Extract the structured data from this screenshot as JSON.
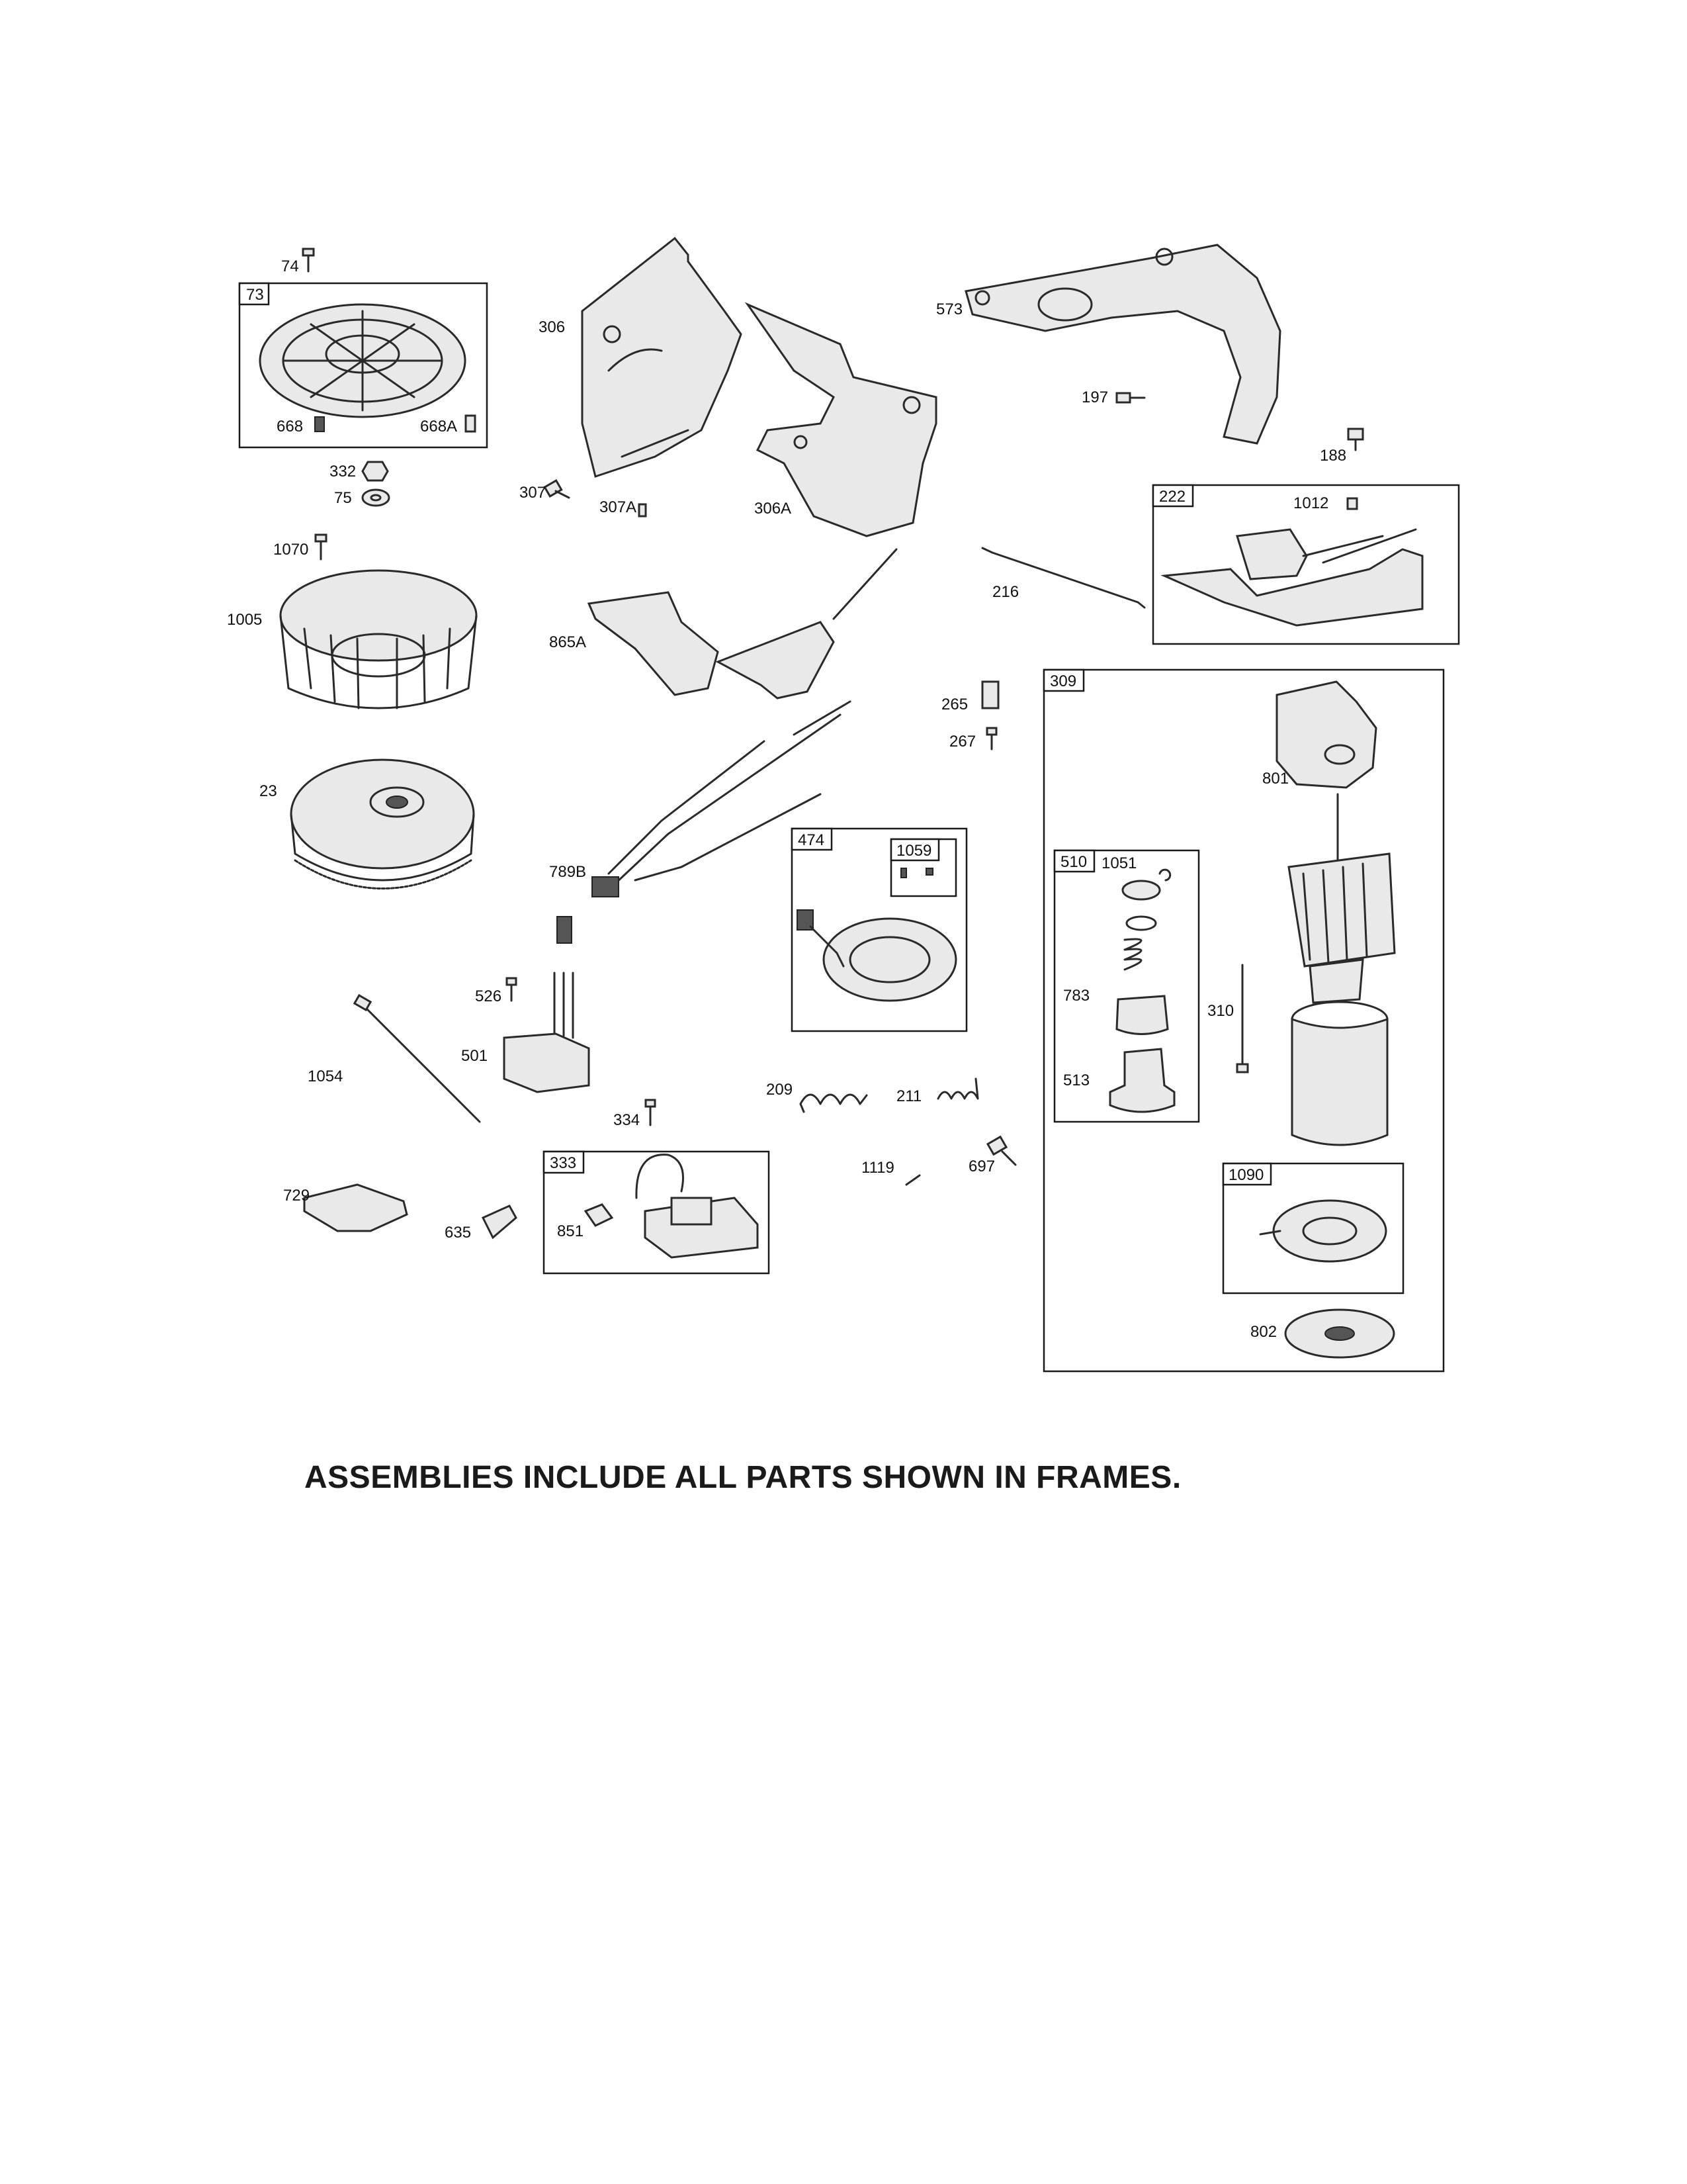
{
  "footnote": "ASSEMBLIES INCLUDE ALL PARTS SHOWN IN FRAMES.",
  "frames": [
    {
      "label": "73"
    },
    {
      "label": "222"
    },
    {
      "label": "309"
    },
    {
      "label": "474"
    },
    {
      "label": "1059"
    },
    {
      "label": "510"
    },
    {
      "label": "333"
    },
    {
      "label": "1090"
    }
  ],
  "callouts": [
    "74",
    "668",
    "668A",
    "332",
    "75",
    "1070",
    "1005",
    "23",
    "306",
    "307",
    "307A",
    "306A",
    "865A",
    "789B",
    "526",
    "501",
    "1054",
    "334",
    "729",
    "635",
    "851",
    "209",
    "211",
    "1119",
    "697",
    "573",
    "197",
    "188",
    "1012",
    "216",
    "265",
    "267",
    "801",
    "1051",
    "783",
    "513",
    "310",
    "802"
  ]
}
